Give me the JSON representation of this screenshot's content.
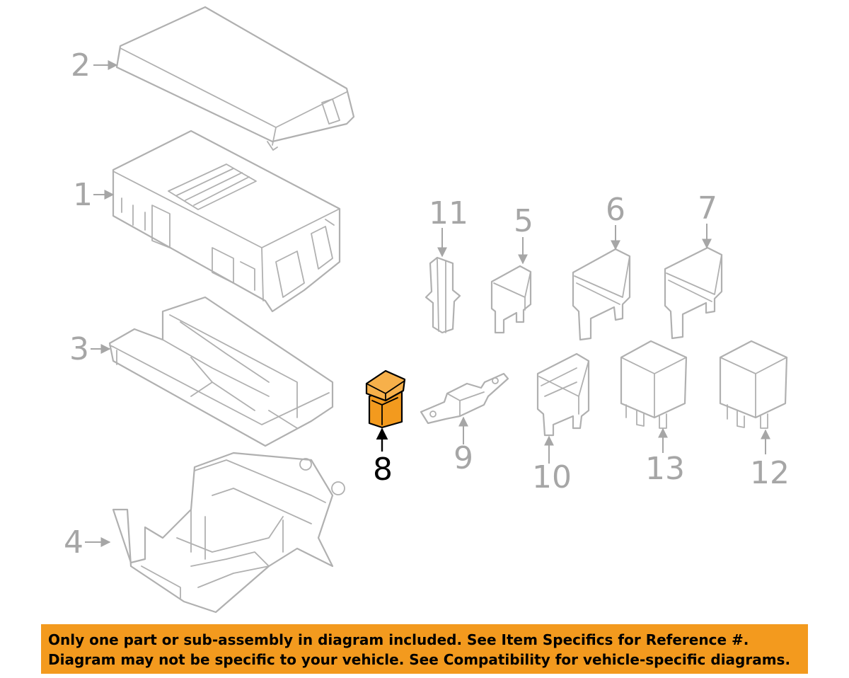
{
  "diagram": {
    "callouts": [
      {
        "id": "2",
        "label": "2"
      },
      {
        "id": "1",
        "label": "1"
      },
      {
        "id": "3",
        "label": "3"
      },
      {
        "id": "4",
        "label": "4"
      },
      {
        "id": "11",
        "label": "11"
      },
      {
        "id": "5",
        "label": "5"
      },
      {
        "id": "6",
        "label": "6"
      },
      {
        "id": "7",
        "label": "7"
      },
      {
        "id": "8",
        "label": "8"
      },
      {
        "id": "9",
        "label": "9"
      },
      {
        "id": "10",
        "label": "10"
      },
      {
        "id": "13",
        "label": "13"
      },
      {
        "id": "12",
        "label": "12"
      }
    ],
    "highlighted_part": "8",
    "colors": {
      "highlight": "#f39a1e",
      "line": "#b0b0b0",
      "label": "#a6a6a6"
    }
  },
  "notice": {
    "line1": "Only one part or sub-assembly in diagram included. See Item Specifics for Reference #.",
    "line2": "Diagram may not be specific to your vehicle. See Compatibility for vehicle-specific diagrams."
  }
}
